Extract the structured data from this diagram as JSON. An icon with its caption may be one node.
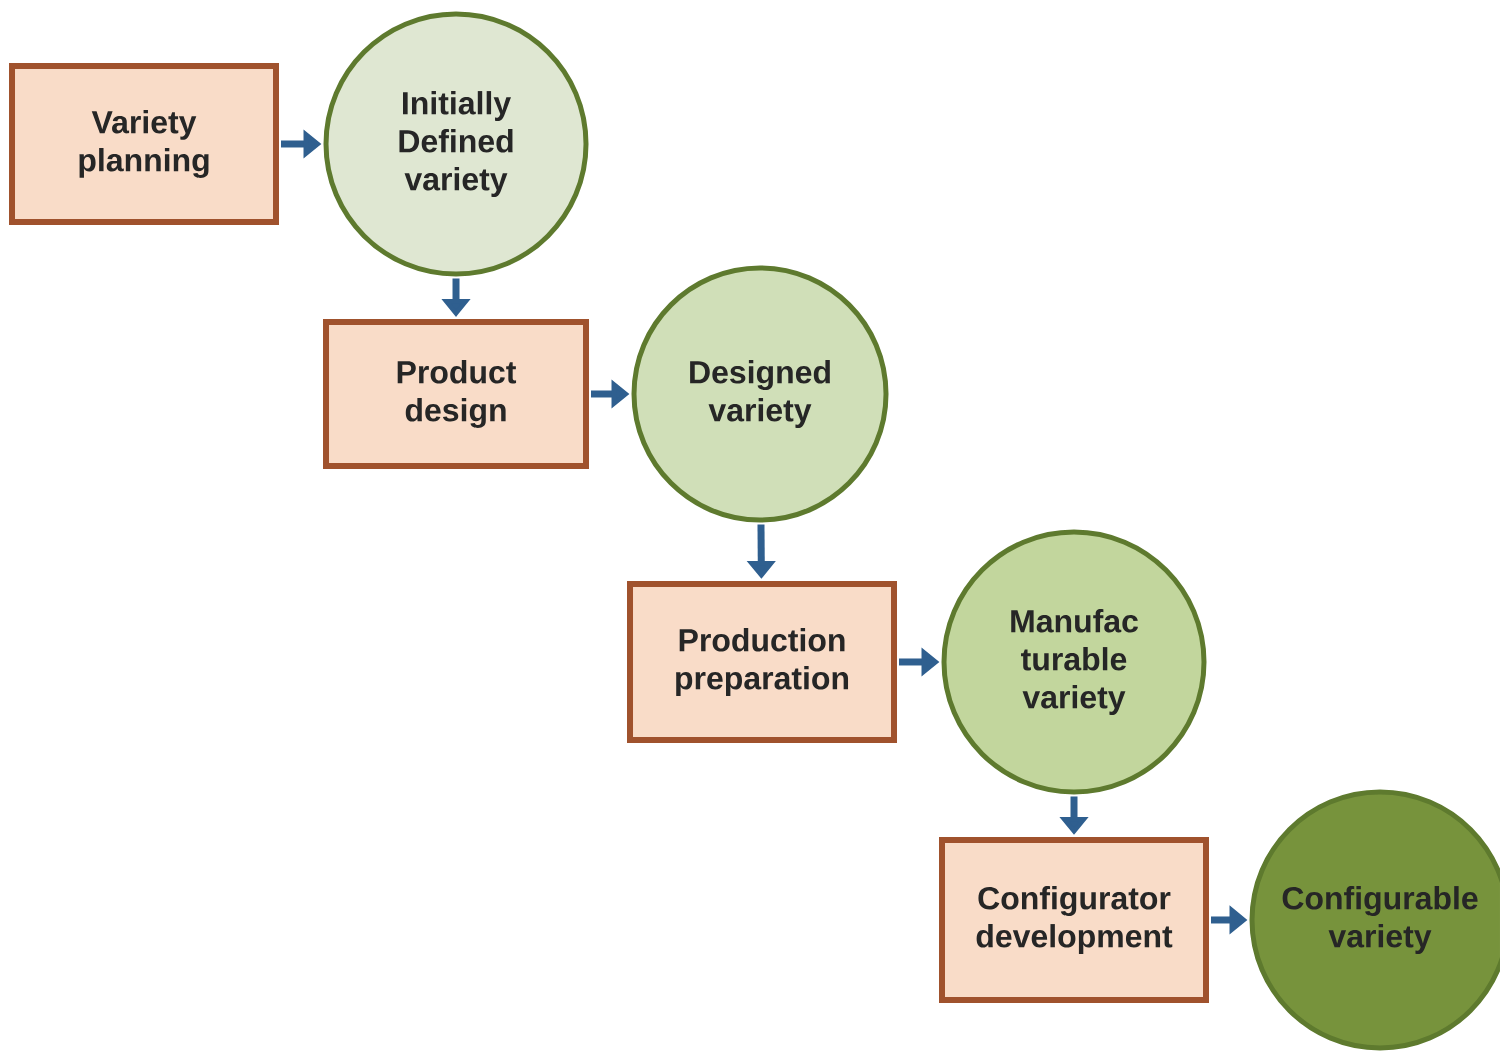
{
  "diagram": {
    "nodes": [
      {
        "text": [
          "Variety planning"
        ]
      },
      {
        "text": [
          "Initially Defined variety"
        ]
      },
      {
        "text": [
          "Product design"
        ]
      },
      {
        "text": [
          "Designed variety"
        ]
      },
      {
        "text": [
          "Production preparation"
        ]
      },
      {
        "text": [
          "Manufac turable variety"
        ]
      },
      {
        "text": [
          "Configurator development"
        ]
      },
      {
        "text": [
          "Configurable variety"
        ]
      }
    ],
    "edges": [
      {
        "from": 0,
        "to": 1,
        "arrow": "to"
      },
      {
        "from": 1,
        "to": 2,
        "arrow": "to"
      },
      {
        "from": 2,
        "to": 3,
        "arrow": "to"
      },
      {
        "from": 3,
        "to": 4,
        "arrow": "to"
      },
      {
        "from": 4,
        "to": 5,
        "arrow": "to"
      },
      {
        "from": 5,
        "to": 6,
        "arrow": "to"
      },
      {
        "from": 6,
        "to": 7,
        "arrow": "to"
      }
    ]
  }
}
